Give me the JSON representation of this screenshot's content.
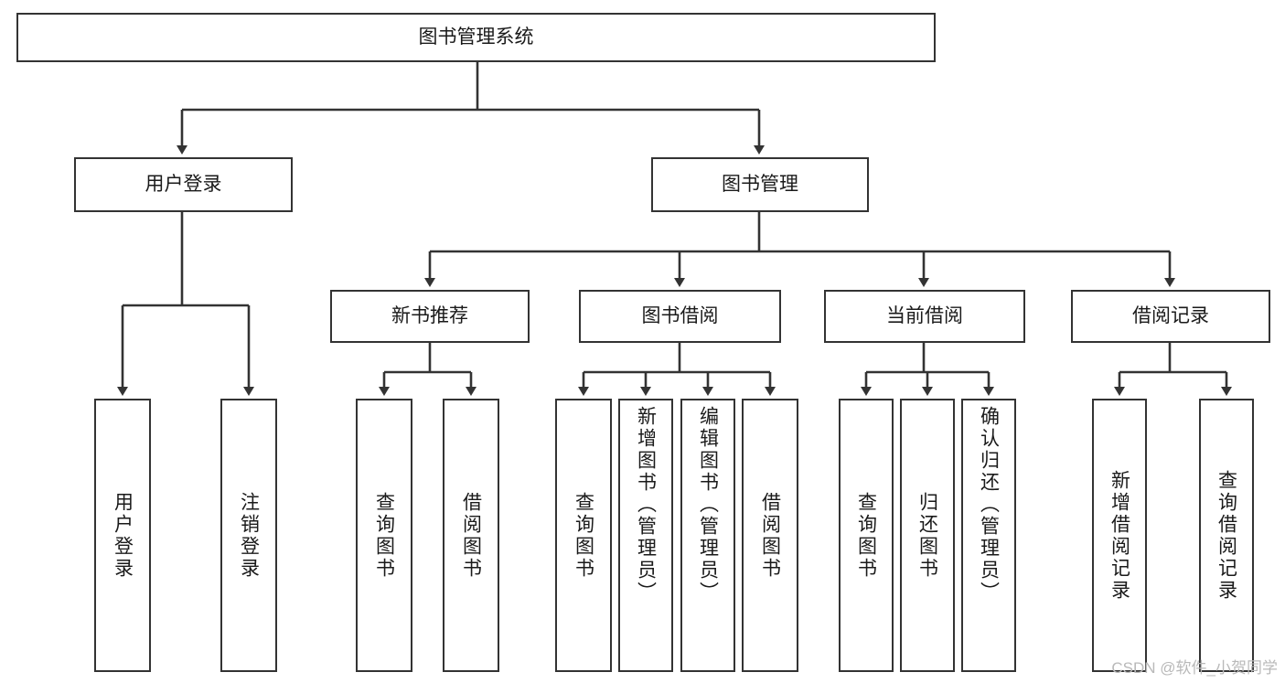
{
  "diagram": {
    "type": "tree",
    "title": "图书管理系统",
    "orientation": "top-down",
    "edge_color": "#333333",
    "node_border_color": "#333333",
    "node_fill_color": "#ffffff",
    "text_color": "#1a1a1a"
  },
  "nodes": {
    "root": {
      "label": "图书管理系统",
      "level": 1
    },
    "l2": [
      {
        "label": "用户登录",
        "level": 2
      },
      {
        "label": "图书管理",
        "level": 2
      }
    ],
    "l3": [
      {
        "label": "新书推荐",
        "level": 3
      },
      {
        "label": "图书借阅",
        "level": 3
      },
      {
        "label": "当前借阅",
        "level": 3
      },
      {
        "label": "借阅记录",
        "level": 3
      }
    ],
    "leaves": {
      "user_login": [
        {
          "label": "用户登录"
        },
        {
          "label": "注销登录"
        }
      ],
      "new_book_recommend": [
        {
          "label": "查询图书"
        },
        {
          "label": "借阅图书"
        }
      ],
      "book_borrow": [
        {
          "label": "查询图书"
        },
        {
          "label": "新增图书（管理员）"
        },
        {
          "label": "编辑图书（管理员）"
        },
        {
          "label": "借阅图书"
        }
      ],
      "current_borrow": [
        {
          "label": "查询图书"
        },
        {
          "label": "归还图书"
        },
        {
          "label": "确认归还（管理员）"
        }
      ],
      "borrow_record": [
        {
          "label": "新增借阅记录"
        },
        {
          "label": "查询借阅记录"
        }
      ]
    }
  },
  "watermark": {
    "text": "CSDN @软件_小贺同学"
  }
}
